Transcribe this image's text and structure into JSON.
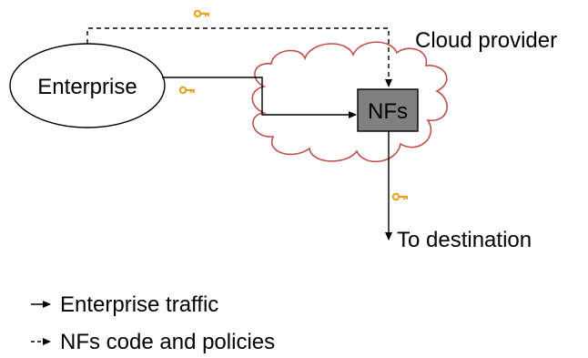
{
  "diagram": {
    "enterprise_label": "Enterprise",
    "cloud_label": "Cloud provider",
    "nfs_label": "NFs",
    "destination_label": "To destination"
  },
  "legend": {
    "items": [
      {
        "glyph": "→",
        "label": "Enterprise traffic"
      },
      {
        "glyph": "-->",
        "label": "NFs code and policies"
      }
    ]
  },
  "colors": {
    "cloud_stroke": "#c0504d",
    "key": "#f0a020",
    "nf_box_fill": "#808080",
    "line": "#000000"
  },
  "icons": [
    "key-icon"
  ]
}
